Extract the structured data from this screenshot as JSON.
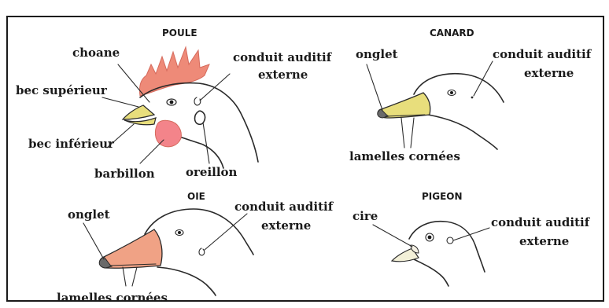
{
  "panels": {
    "poule": {
      "title": "POULE",
      "labels": {
        "choane": "choane",
        "bec_superieur": "bec supérieur",
        "bec_inferieur": "bec inférieur",
        "barbillon": "barbillon",
        "oreillon": "oreillon",
        "conduit_1": "conduit auditif",
        "conduit_2": "externe"
      }
    },
    "canard": {
      "title": "CANARD",
      "labels": {
        "onglet": "onglet",
        "conduit_1": "conduit auditif",
        "conduit_2": "externe",
        "lamelles": "lamelles cornées"
      }
    },
    "oie": {
      "title": "OIE",
      "labels": {
        "onglet": "onglet",
        "conduit_1": "conduit auditif",
        "conduit_2": "externe",
        "lamelles": "lamelles cornées"
      }
    },
    "pigeon": {
      "title": "PIGEON",
      "labels": {
        "cire": "cire",
        "conduit_1": "conduit auditif",
        "conduit_2": "externe"
      }
    }
  },
  "colors": {
    "comb": "#ee8a78",
    "wattle": "#f3848a",
    "beak_yellow": "#e8de7c",
    "beak_orange": "#f0a285",
    "line": "#2a2a2a"
  }
}
